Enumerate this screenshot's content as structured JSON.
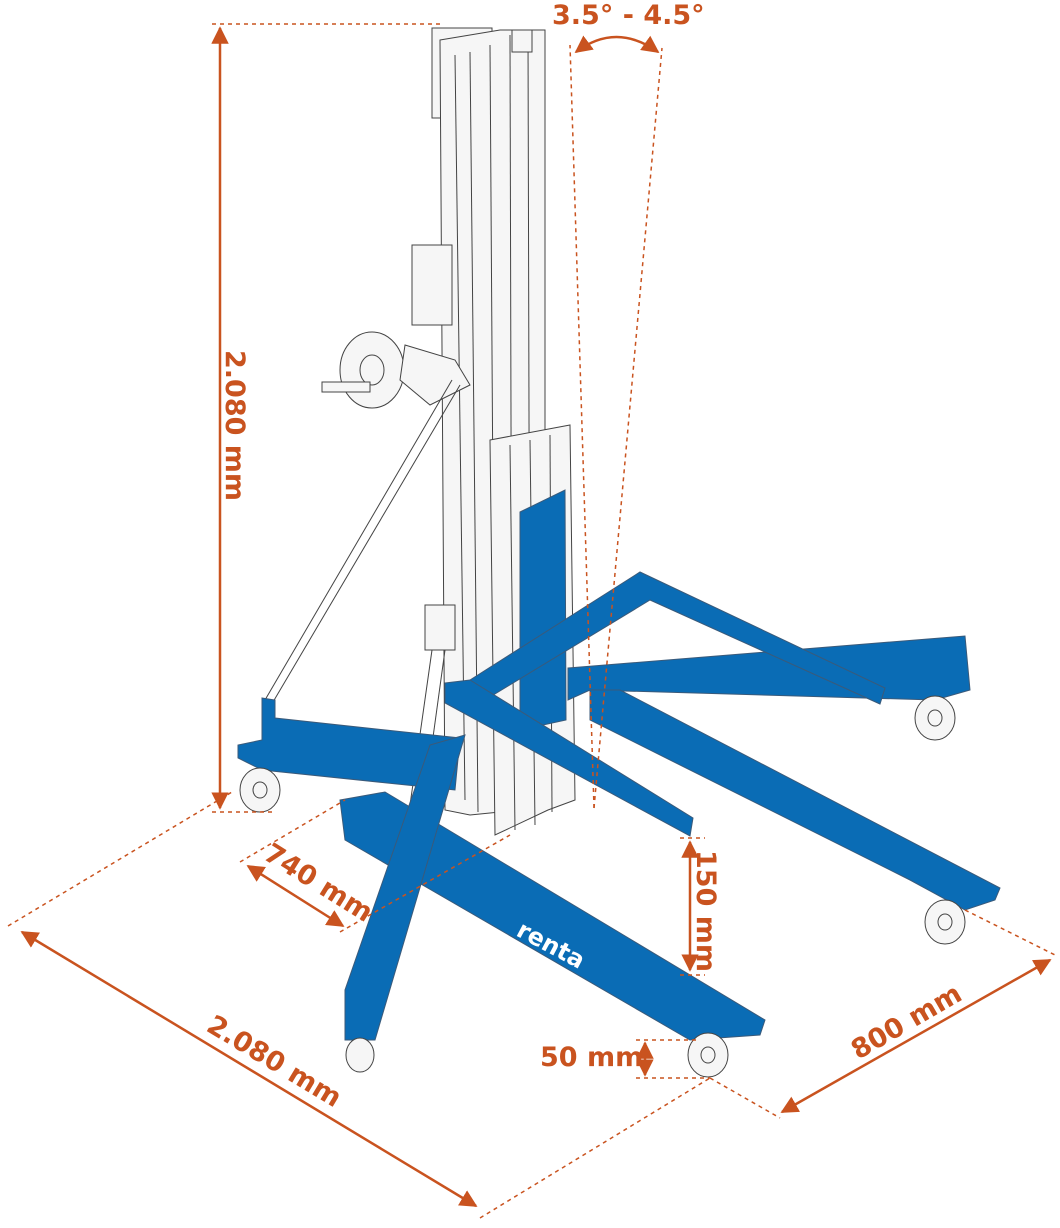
{
  "title": "Material lift dimensions diagram",
  "colors": {
    "dimension": "#c9531f",
    "frame": "#0a6cb5",
    "mast": "#f4f4f4",
    "outline": "#444444"
  },
  "logo": "renta",
  "dimensions": {
    "tilt_angle": "3.5° - 4.5°",
    "height": "2.080 mm",
    "length": "2.080 mm",
    "width": "800 mm",
    "leg_span": "740 mm",
    "fork_height": "150 mm",
    "ground_clearance": "50 mm"
  }
}
